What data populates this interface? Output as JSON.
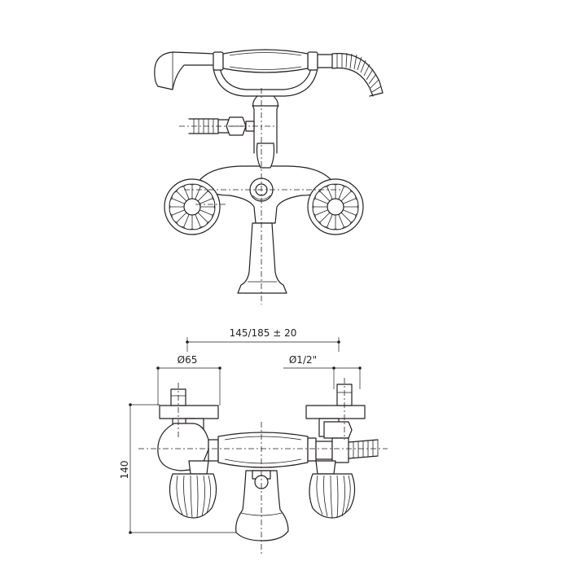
{
  "dimensions": {
    "spacing": "145/185 ± 20",
    "handle_diameter": "Ø65",
    "thread": "Ø1/2\"",
    "height": "140"
  },
  "colors": {
    "line": "#231f20",
    "background": "#ffffff"
  }
}
